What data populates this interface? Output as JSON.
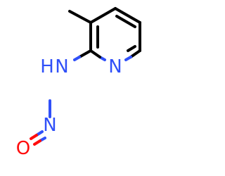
{
  "molecule": {
    "atoms": {
      "ring_n": "N",
      "amine_n": "N",
      "amine_h": "H",
      "nitroso_n": "N",
      "nitroso_o": "O"
    }
  },
  "colors": {
    "bond": "#000000",
    "nitrogen": "#3050F8",
    "oxygen": "#FF0D0D"
  }
}
